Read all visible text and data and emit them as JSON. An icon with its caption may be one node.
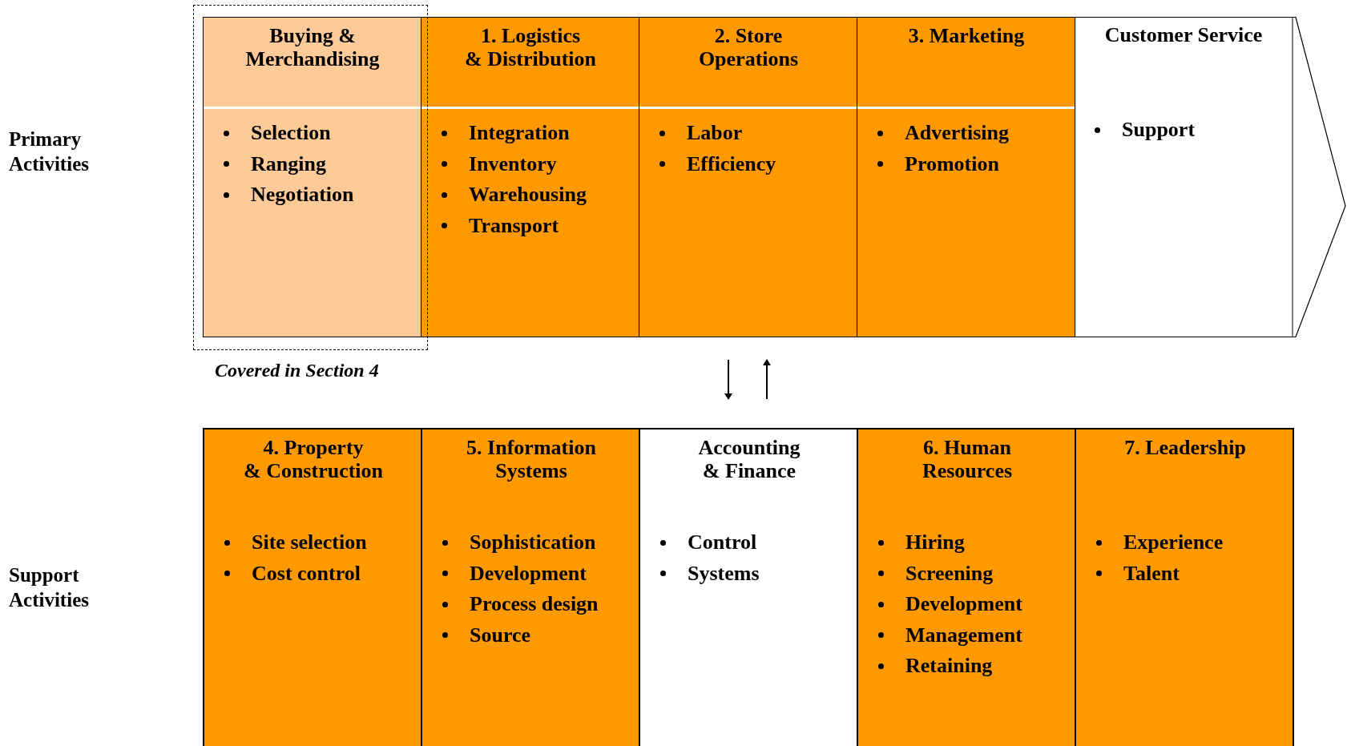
{
  "diagram": {
    "nodes": [
      {
        "text": [
          "Buying & Merchandising",
          "Selection",
          "Ranging",
          "Negotiation"
        ]
      },
      {
        "text": [
          "1. Logistics & Distribution",
          "Integration",
          "Inventory",
          "Warehousing",
          "Transport"
        ]
      },
      {
        "text": [
          "2. Store Operations",
          "Labor",
          "Efficiency"
        ]
      },
      {
        "text": [
          "3. Marketing",
          "Advertising",
          "Promotion"
        ]
      },
      {
        "text": [
          "Customer Service",
          "Support"
        ]
      },
      {
        "text": [
          "4. Property & Construction",
          "Site selection",
          "Cost control"
        ]
      },
      {
        "text": [
          "5. Information Systems",
          "Sophistication",
          "Development",
          "Process design",
          "Source"
        ]
      },
      {
        "text": [
          "Accounting & Finance",
          "Control",
          "Systems"
        ]
      },
      {
        "text": [
          "6. Human Resources",
          "Hiring",
          "Screening",
          "Development",
          "Management",
          "Retaining"
        ]
      },
      {
        "text": [
          "7. Leadership",
          "Experience",
          "Talent"
        ]
      }
    ],
    "edges": [
      {
        "from": 2,
        "to": 7,
        "arrow": "to"
      },
      {
        "from": 7,
        "to": 2,
        "arrow": "to"
      }
    ],
    "labels": [
      "Primary Activities",
      "Covered in Section 4",
      "Support Activities"
    ]
  }
}
